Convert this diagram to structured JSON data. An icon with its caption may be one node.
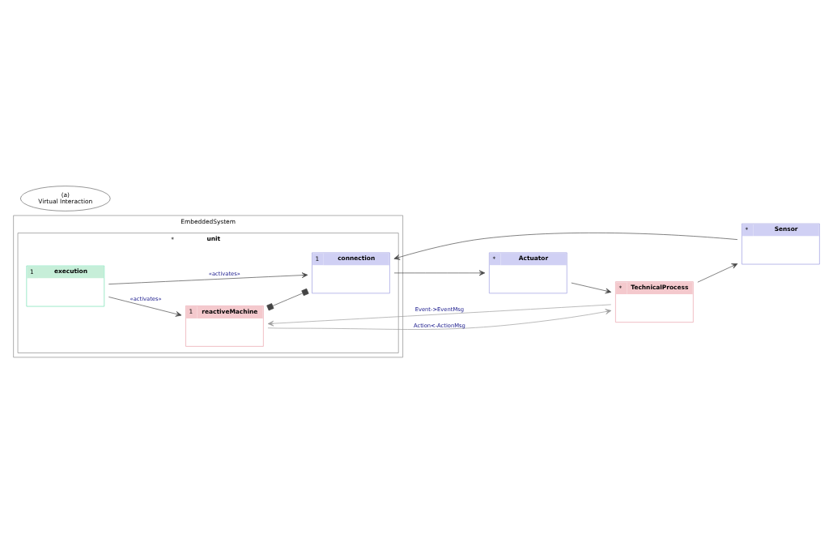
{
  "diagram": {
    "nodes": [
      {
        "text": [
          "EmbeddedSystem"
        ]
      },
      {
        "text": [
          "*",
          "unit"
        ],
        "in": 0
      },
      {
        "text": [
          "*",
          "TechnicalProcess"
        ]
      },
      {
        "text": [
          "(a)",
          "Virtual Interaction"
        ]
      },
      {
        "text": [
          "1",
          "reactiveMachine"
        ],
        "in": 1
      },
      {
        "text": [
          "*",
          "Actuator"
        ]
      },
      {
        "text": [
          "*",
          "Sensor"
        ]
      },
      {
        "text": [
          "1",
          "connection"
        ],
        "in": 1
      },
      {
        "text": [
          "1",
          "execution"
        ],
        "in": 1
      }
    ],
    "edges": [
      {
        "from": 2,
        "to": 4,
        "arrow": "to",
        "label": "Event->EventMsg",
        "color": "#999999"
      },
      {
        "from": 4,
        "to": 2,
        "arrow": "to",
        "label": "Action<-ActionMsg",
        "color": "#999999"
      },
      {
        "from": 2,
        "to": 6,
        "arrow": "to"
      },
      {
        "from": 5,
        "to": 2,
        "arrow": "to"
      },
      {
        "from": 4,
        "to": 7,
        "arrow": "other"
      },
      {
        "from": 7,
        "to": 5,
        "arrow": "to"
      },
      {
        "from": 6,
        "to": 7,
        "arrow": "to"
      },
      {
        "from": 8,
        "to": 7,
        "arrow": "to",
        "label": "«activates»"
      },
      {
        "from": 8,
        "to": 4,
        "arrow": "to",
        "label": "«activates»"
      }
    ]
  }
}
